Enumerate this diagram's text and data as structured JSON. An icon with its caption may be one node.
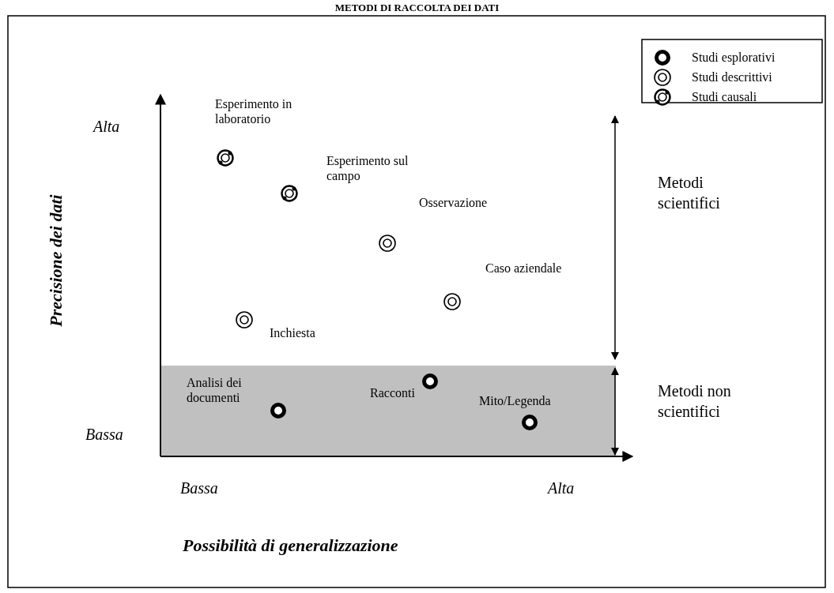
{
  "diagram": {
    "title": "METODI DI RACCOLTA DEI DATI",
    "labels": [
      "Alta",
      "Esperimento in laboratorio",
      "Esperimento sul campo",
      "Osservazione",
      "Metodi scientifici",
      "Caso aziendale",
      "Precisione dei dati",
      "Inchiesta",
      "Analisi dei documenti",
      "Racconti",
      "Mito/Legenda",
      "Metodi non scientifici",
      "Bassa",
      "Bassa",
      "Alta",
      "Possibilità di generalizzazione"
    ],
    "legend": [
      {
        "text": "Studi esplorativi"
      },
      {
        "text": "Studi descrittivi"
      },
      {
        "text": "Studi causali"
      }
    ]
  }
}
